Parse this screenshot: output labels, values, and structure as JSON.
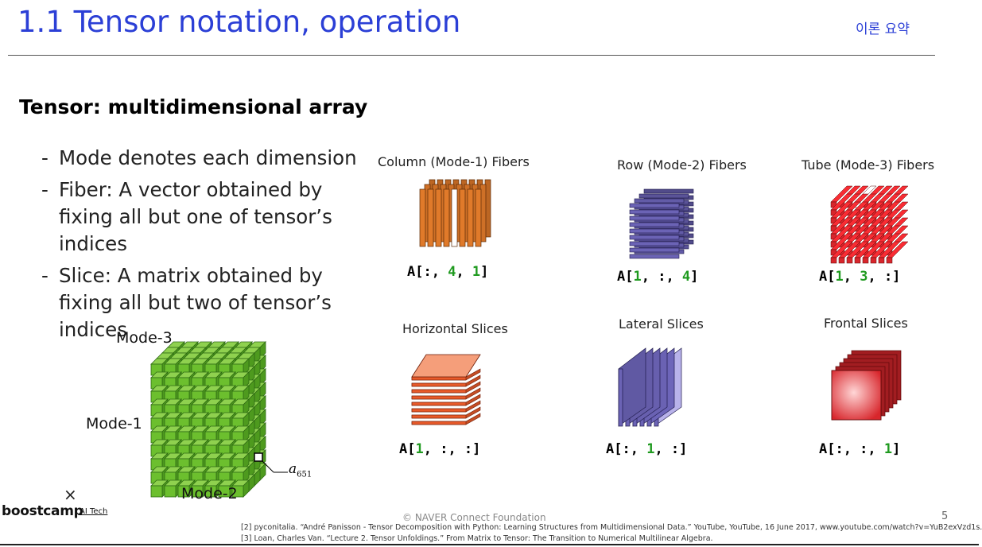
{
  "slide": {
    "title": "1.1 Tensor notation, operation",
    "tag": "이론 요약",
    "subtitle": "Tensor: multidimensional array",
    "bullets": [
      {
        "dash": "-",
        "text": "Mode denotes each dimension"
      },
      {
        "dash": "-",
        "text": "Fiber: A vector obtained by fixing all but one of tensor’s indices"
      },
      {
        "dash": "-",
        "text": "Slice: A matrix obtained by fixing all but two of tensor’s indices"
      }
    ]
  },
  "cube": {
    "mode3": "Mode-3",
    "mode1": "Mode-1",
    "mode2": "Mode-2",
    "element": "a",
    "element_sub": "651"
  },
  "fibers": [
    {
      "caption": "Column (Mode-1) Fibers",
      "code": [
        "A[:, ",
        "4",
        ", ",
        "1",
        "]"
      ],
      "color": "#e07a2a"
    },
    {
      "caption": "Row (Mode-2) Fibers",
      "code": [
        "A[",
        "1",
        ", :, ",
        "4",
        "]"
      ],
      "color": "#6b63b5"
    },
    {
      "caption": "Tube (Mode-3) Fibers",
      "code": [
        "A[",
        "1",
        ", ",
        "3",
        ", :]"
      ],
      "color": "#d8262c"
    }
  ],
  "slices": [
    {
      "caption": "Horizontal Slices",
      "code": [
        "A[",
        "1",
        ", :, :]"
      ],
      "color": "#e85a2a"
    },
    {
      "caption": "Lateral Slices",
      "code": [
        "A[:, ",
        "1",
        ", :]"
      ],
      "color": "#6b63b5"
    },
    {
      "caption": "Frontal Slices",
      "code": [
        "A[:, :, ",
        "1",
        "]"
      ],
      "color": "#d8262c"
    }
  ],
  "footer": {
    "copyright": "©  NAVER Connect Foundation",
    "page": "5",
    "ref1": "[2] pyconitalia. “André Panisson - Tensor Decomposition with Python: Learning Structures from Multidimensional Data.” YouTube, YouTube, 16 June 2017, www.youtube.com/watch?v=YuB2exVzd1s.",
    "ref2": "[3] Loan, Charles Van. “Lecture 2. Tensor Unfoldings.” From Matrix to Tensor: The Transition to Numerical Multilinear Algebra.",
    "brand": "boostcamp",
    "brand_sub": "AI Tech",
    "brand_x": "×"
  }
}
